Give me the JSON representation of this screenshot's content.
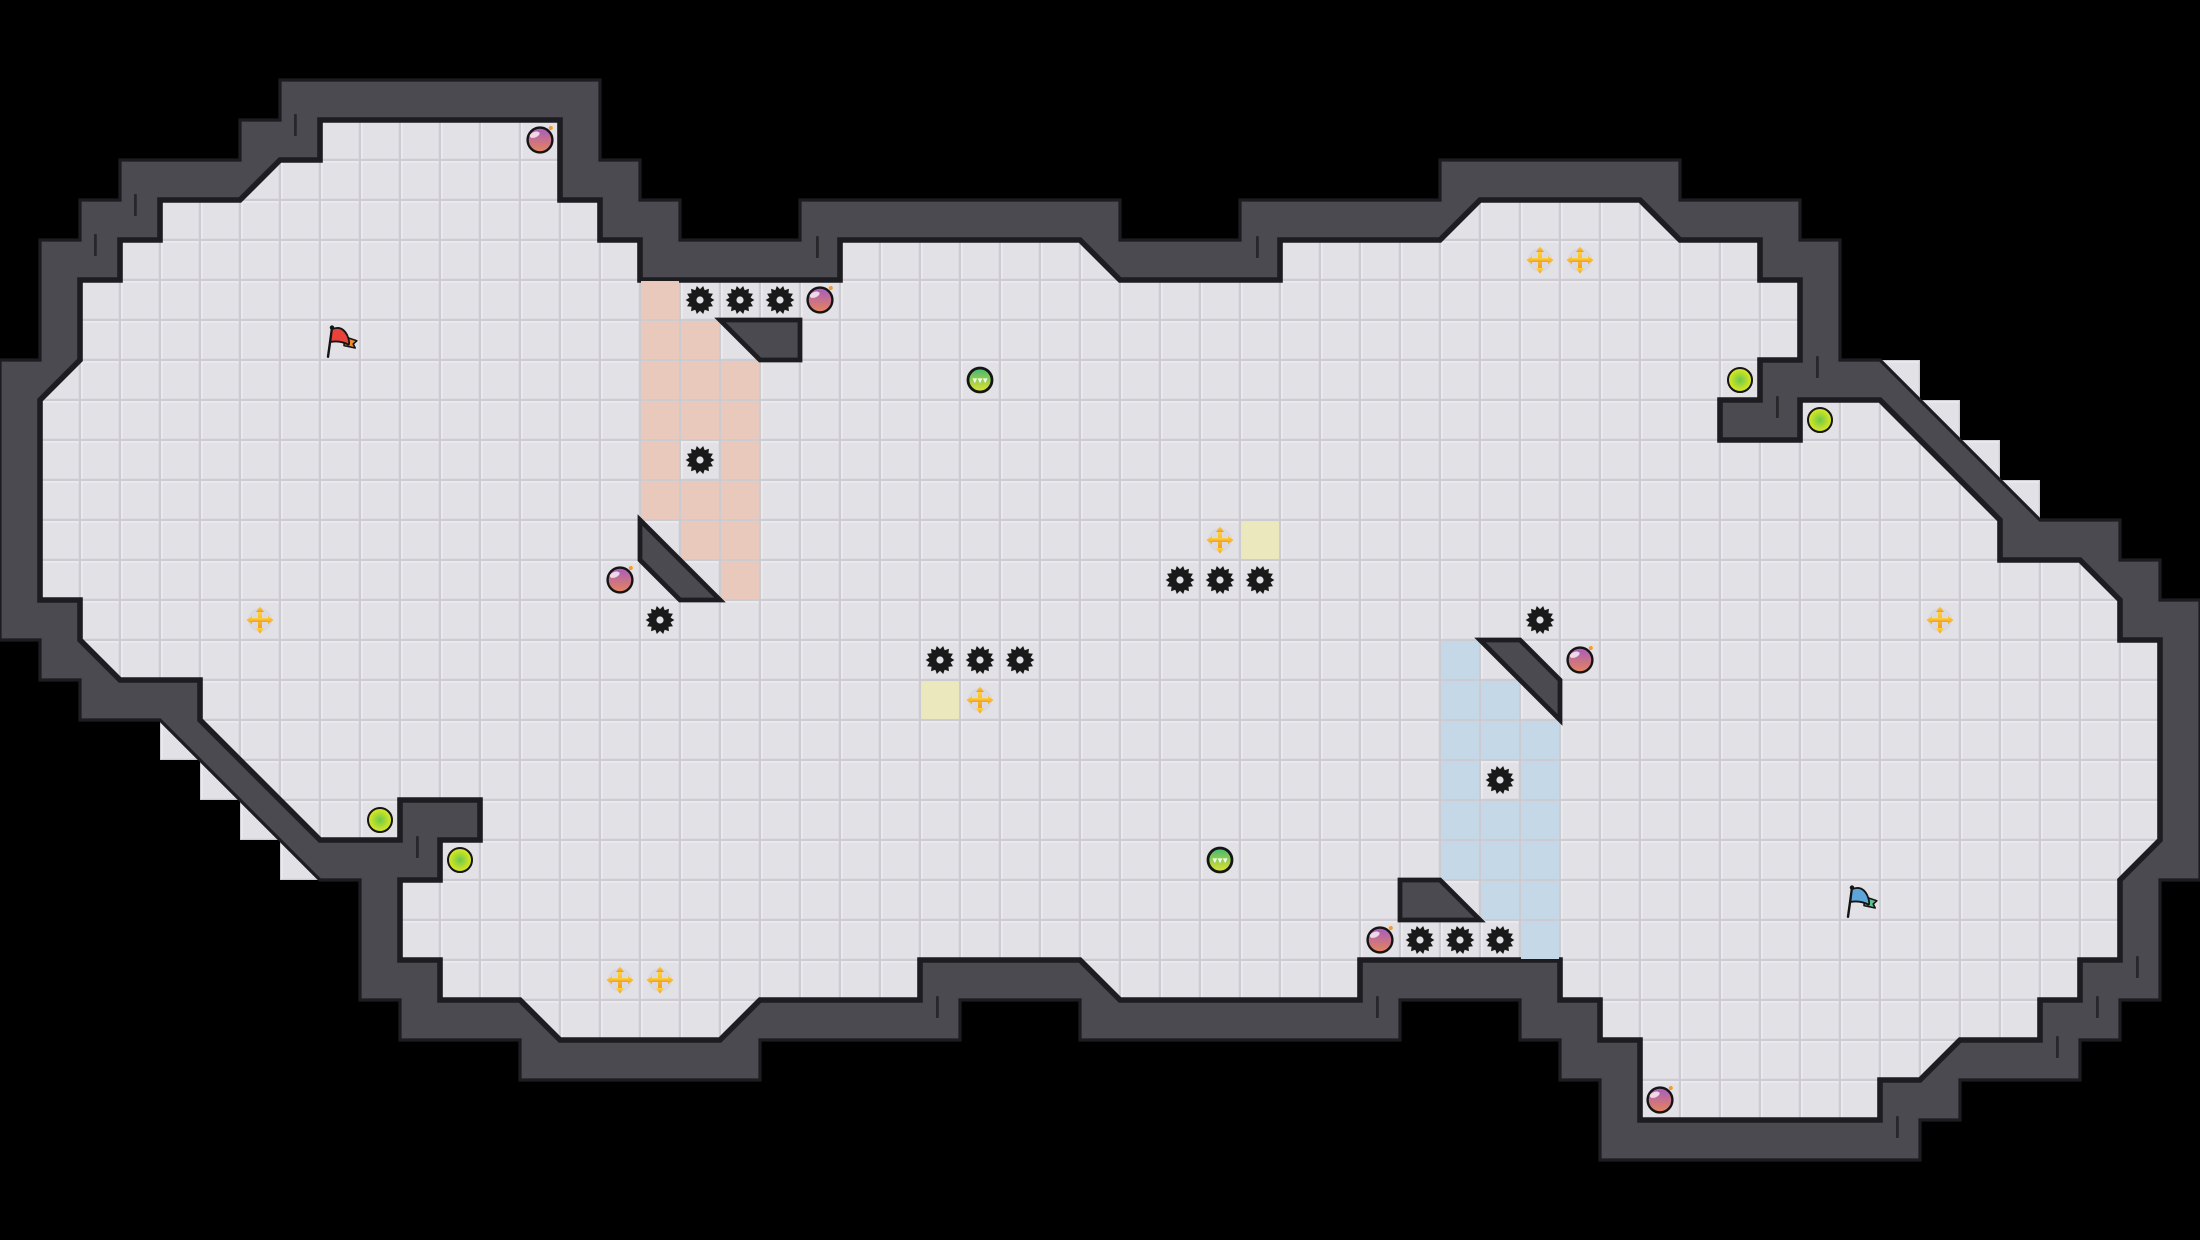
{
  "palette": {
    "void": "#000000",
    "wall": "#4a4a50",
    "wall_edge": "#1d1d21",
    "wall_tick": "#26262b",
    "floor": "#e2e1e6",
    "floor_line": "#cccbd2",
    "floor_highlight": "#efeef2",
    "pad": "#ebe8bd"
  },
  "teams": [
    {
      "id": "red",
      "flag_color": "#e8423b",
      "flag_tail": "#f08a2c",
      "zone_color": "#e8c9bb"
    },
    {
      "id": "blue",
      "flag_color": "#5ea6da",
      "flag_tail": "#5cc48a",
      "zone_color": "#c5d8e7"
    }
  ],
  "entity_types": [
    {
      "type": "spike",
      "icon": "spike-gear-icon",
      "count": 16,
      "color": "#1a1a1a"
    },
    {
      "type": "bomb",
      "icon": "bomb-icon",
      "count": 6,
      "color_top": "#a85cc0",
      "color_bottom": "#e6845a"
    },
    {
      "type": "move-boost",
      "icon": "four-way-arrows-icon",
      "count": 8,
      "color": "#f7b82e"
    },
    {
      "type": "orb",
      "icon": "yellow-orb-icon",
      "count": 4,
      "color_center": "#6cc94a",
      "color_edge": "#e4ea1e"
    },
    {
      "type": "sawtooth-orb",
      "icon": "sawtooth-orb-icon",
      "count": 2,
      "color_top": "#45b872",
      "color_bottom": "#e2e42c"
    },
    {
      "type": "pad",
      "icon": "pressure-pad-icon",
      "count": 2,
      "color": "#ebe8bd"
    },
    {
      "type": "flag",
      "icon": "flag-icon",
      "count": 2
    }
  ]
}
